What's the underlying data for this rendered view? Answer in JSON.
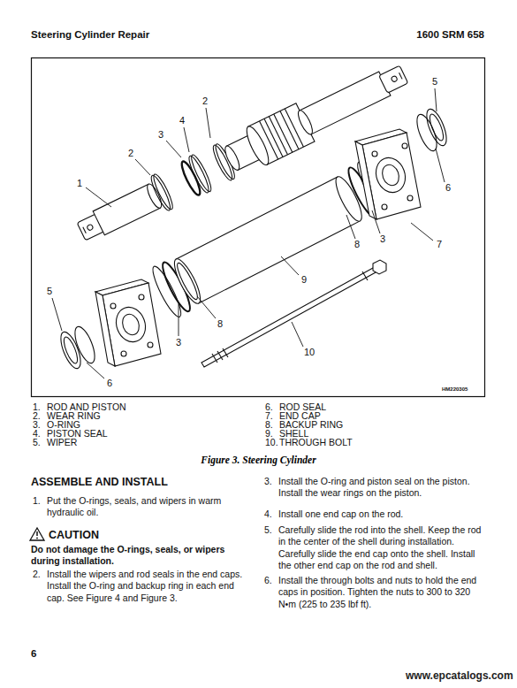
{
  "diagram": {
    "caption": "Figure 3. Steering Cylinder",
    "labels": [
      "Steering Cylinder Repair",
      "1600 SRM 658",
      "5",
      "4",
      "2",
      "3",
      "2",
      "1",
      "6",
      "8",
      "3",
      "7",
      "9",
      "5",
      "8",
      "6",
      "3",
      "10",
      "HM220305",
      "1.",
      "ROD AND PISTON",
      "2.",
      "WEAR RING",
      "3.",
      "O-RING",
      "4.",
      "PISTON SEAL",
      "5.",
      "WIPER",
      "6.",
      "ROD SEAL",
      "7.",
      "END CAP",
      "8.",
      "BACKUP RING",
      "9.",
      "SHELL",
      "10.",
      "THROUGH BOLT",
      "ASSEMBLE AND INSTALL",
      "1.",
      "Put the O-rings, seals, and wipers in warm hydraulic oil.",
      "CAUTION",
      "Do not damage the O-rings, seals, or wipers during installation.",
      "2.",
      "Install the wipers and rod seals in the end caps. Install the O-ring and backup ring in each end cap. See Figure 4 and Figure 3.",
      "3.",
      "Install the O-ring and piston seal on the piston. Install the wear rings on the piston.",
      "4.",
      "Install one end cap on the rod.",
      "5.",
      "Carefully slide the rod into the shell. Keep the rod in the center of the shell during installation. Carefully slide the end cap onto the shell. Install the other end cap on the rod and shell.",
      "6.",
      "Install the through bolts and nuts to hold the end caps in position. Tighten the nuts to 300 to 320 N•m (225 to 235 lbf ft).",
      "6",
      "www.epcatalogs.com"
    ]
  }
}
